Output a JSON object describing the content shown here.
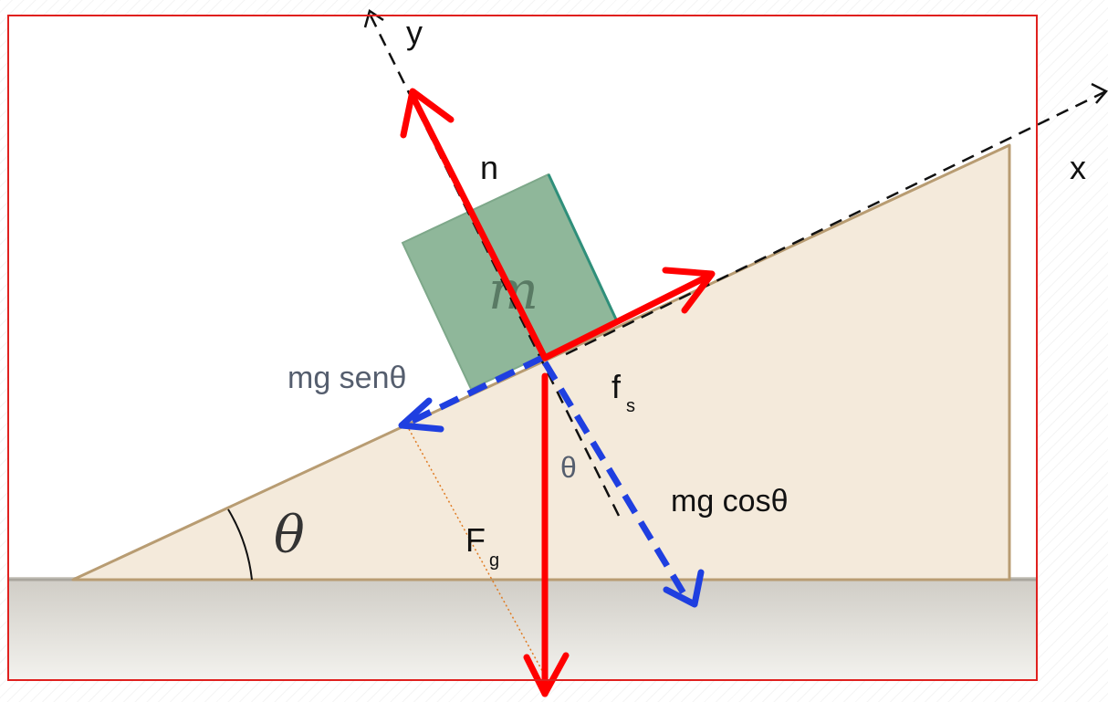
{
  "labels": {
    "normal": "n",
    "axis_y": "y",
    "axis_x": "x",
    "mass": "m",
    "incline_angle": "θ",
    "parallel_component": "mg senθ",
    "friction_main": "f",
    "friction_sub": "s",
    "angle_between": "θ",
    "perpendicular_component": "mg cosθ",
    "weight_main": "F",
    "weight_sub": "g"
  },
  "colors": {
    "force": "#ff0000",
    "component": "#1f3fe0",
    "block": "#8fb79a",
    "incline": "#f4eadb",
    "incline_edge": "#b89c72",
    "ground": "#d6d3cc",
    "frame": "#e0201e",
    "helper_line": "#e07b22",
    "label_gray": "#555e6e"
  }
}
